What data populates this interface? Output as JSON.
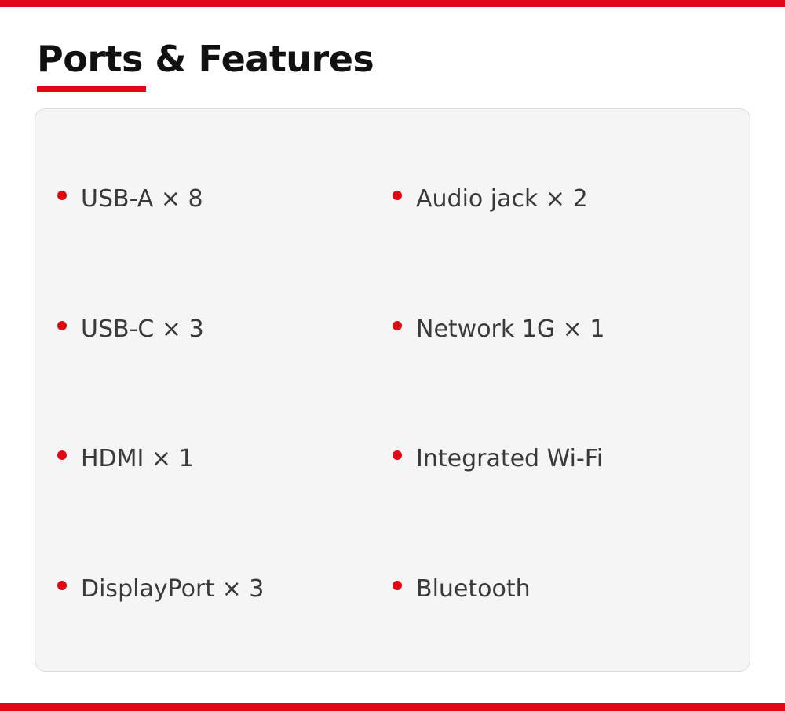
{
  "header": {
    "title": "Ports & Features"
  },
  "colors": {
    "accent": "#e20714",
    "panel_background": "#f5f5f5",
    "text": "#3a3a3a"
  },
  "features": [
    {
      "label": "USB-A × 8",
      "icon": "bullet-dot-icon"
    },
    {
      "label": "Audio jack × 2",
      "icon": "bullet-dot-icon"
    },
    {
      "label": "USB-C × 3",
      "icon": "bullet-dot-icon"
    },
    {
      "label": "Network 1G × 1",
      "icon": "bullet-dot-icon"
    },
    {
      "label": "HDMI × 1",
      "icon": "bullet-dot-icon"
    },
    {
      "label": "Integrated Wi-Fi",
      "icon": "bullet-dot-icon"
    },
    {
      "label": "DisplayPort × 3",
      "icon": "bullet-dot-icon"
    },
    {
      "label": "Bluetooth",
      "icon": "bullet-dot-icon"
    }
  ]
}
